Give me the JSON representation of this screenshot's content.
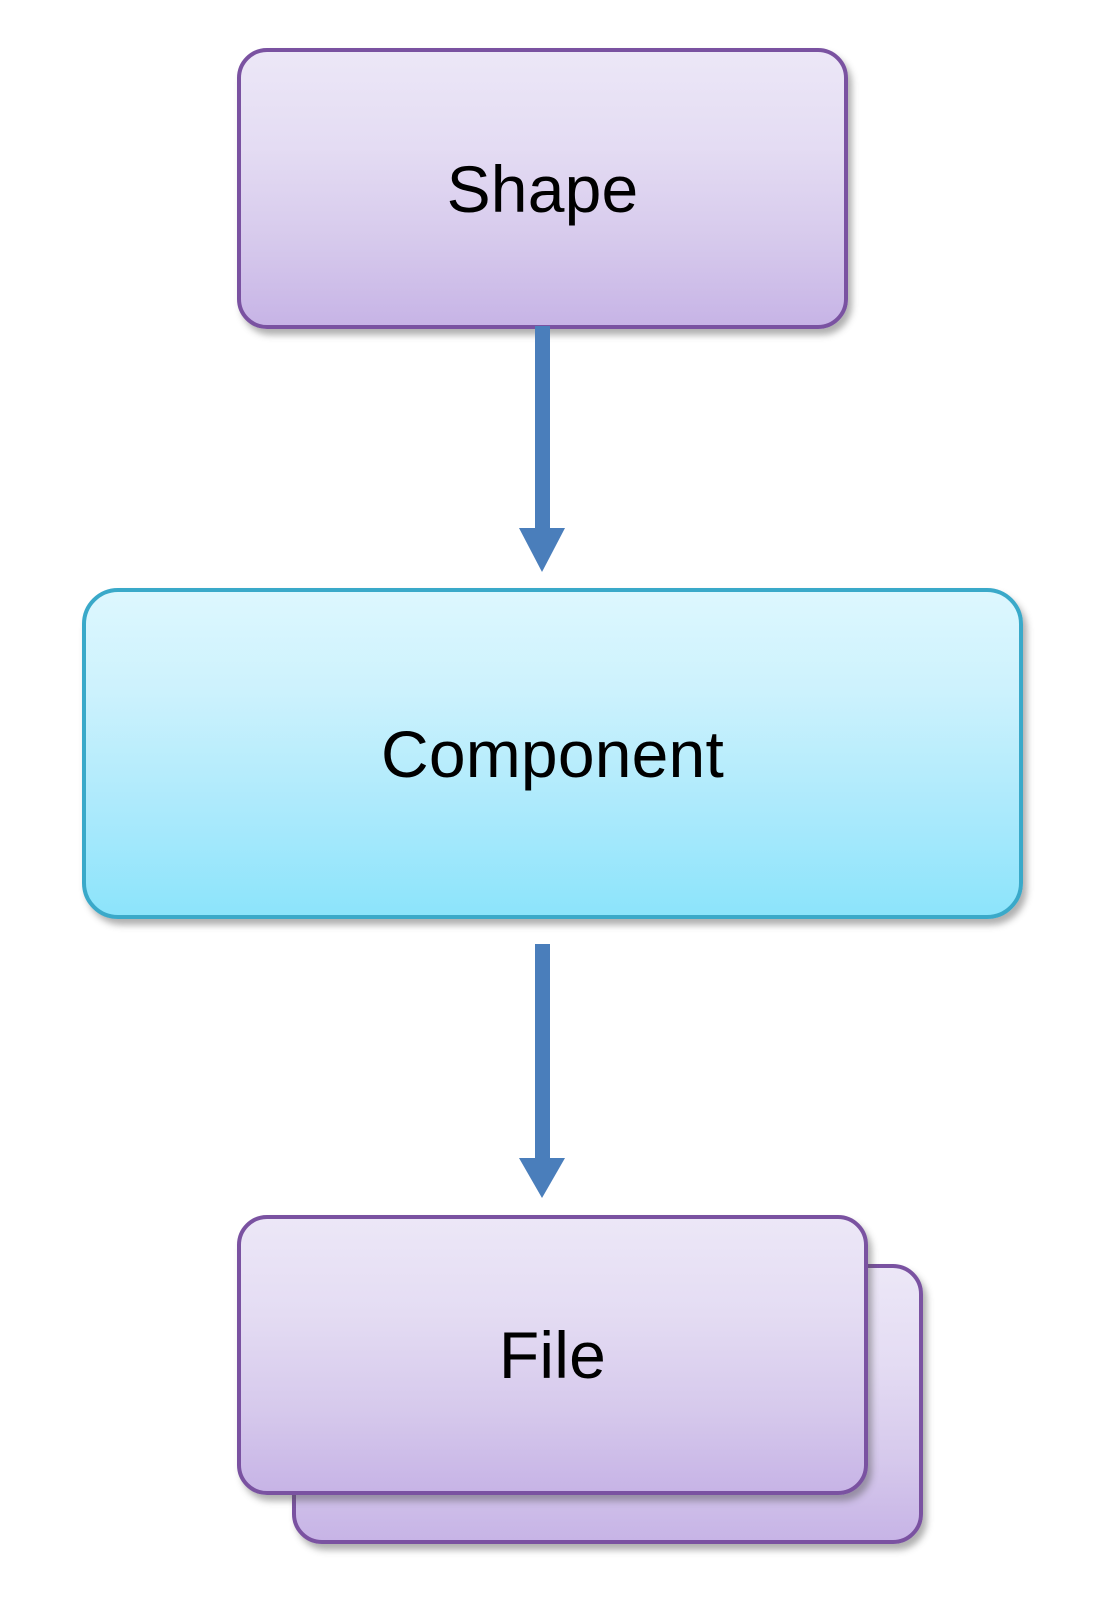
{
  "diagram": {
    "title": "Shape to Component to File flow",
    "background_color": "#ffffff",
    "nodes": [
      {
        "id": "shape",
        "label": "Shape",
        "shape": "rounded-rectangle",
        "fill_top": "#ece7f7",
        "fill_bottom": "#c7b4e6",
        "border_color": "#7a52a1"
      },
      {
        "id": "component",
        "label": "Component",
        "shape": "rounded-rectangle",
        "fill_top": "#ddf7fe",
        "fill_bottom": "#8ce4fb",
        "border_color": "#3aa9c9"
      },
      {
        "id": "file",
        "label": "File",
        "shape": "multi-document",
        "fill_top": "#ece7f7",
        "fill_bottom": "#c7b4e6",
        "border_color": "#7a52a1"
      }
    ],
    "connectors": [
      {
        "id": "shape-to-component",
        "from": "shape",
        "to": "component",
        "direction": "down",
        "color": "#4a7ebb",
        "arrowhead": "solid-triangle"
      },
      {
        "id": "component-to-file",
        "from": "component",
        "to": "file",
        "direction": "down",
        "color": "#4a7ebb",
        "arrowhead": "solid-triangle"
      }
    ]
  }
}
